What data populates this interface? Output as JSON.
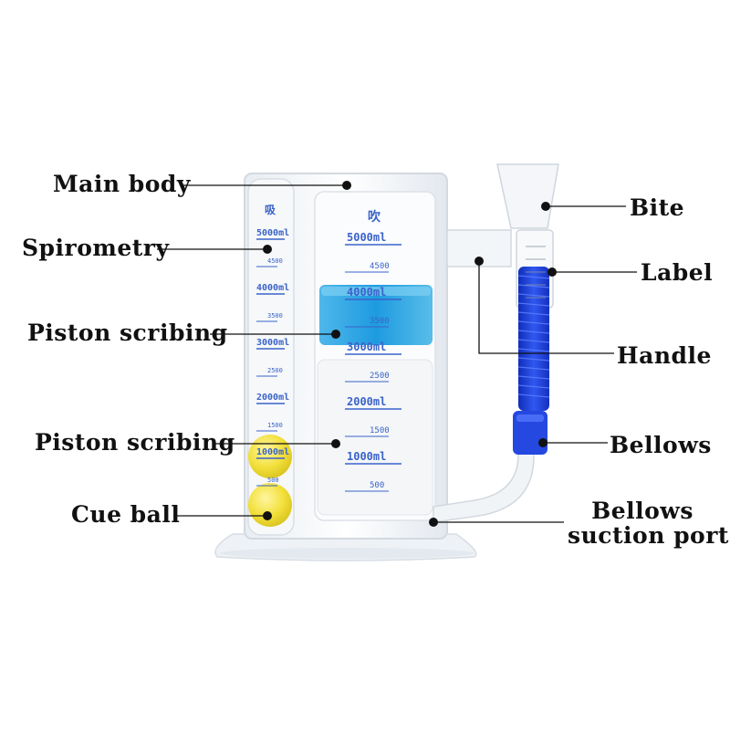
{
  "labels": {
    "main_body": "Main body",
    "spirometry": "Spirometry",
    "piston_scribing_1": "Piston scribing",
    "piston_scribing_2": "Piston scribing",
    "cue_ball": "Cue ball",
    "bite": "Bite",
    "label": "Label",
    "handle": "Handle",
    "bellows": "Bellows",
    "bellows_suction_port_line1": "Bellows",
    "bellows_suction_port_line2": "suction port"
  },
  "left_scale": {
    "header": "吸",
    "ticks": [
      "5000ml",
      "4500",
      "4000ml",
      "3500",
      "3000ml",
      "2500",
      "2000ml",
      "1500",
      "1000ml",
      "500"
    ]
  },
  "right_scale": {
    "header": "吹",
    "ticks": [
      "5000ml",
      "4500",
      "4000ml",
      "3500",
      "3000ml",
      "2500",
      "2000ml",
      "1500",
      "1000ml",
      "500"
    ]
  },
  "colors": {
    "piston": "#1e9be0",
    "ball": "#f2df3a",
    "bellows": "#1a3fd0",
    "scale_text": "#3a63c9",
    "leader": "#111111"
  }
}
